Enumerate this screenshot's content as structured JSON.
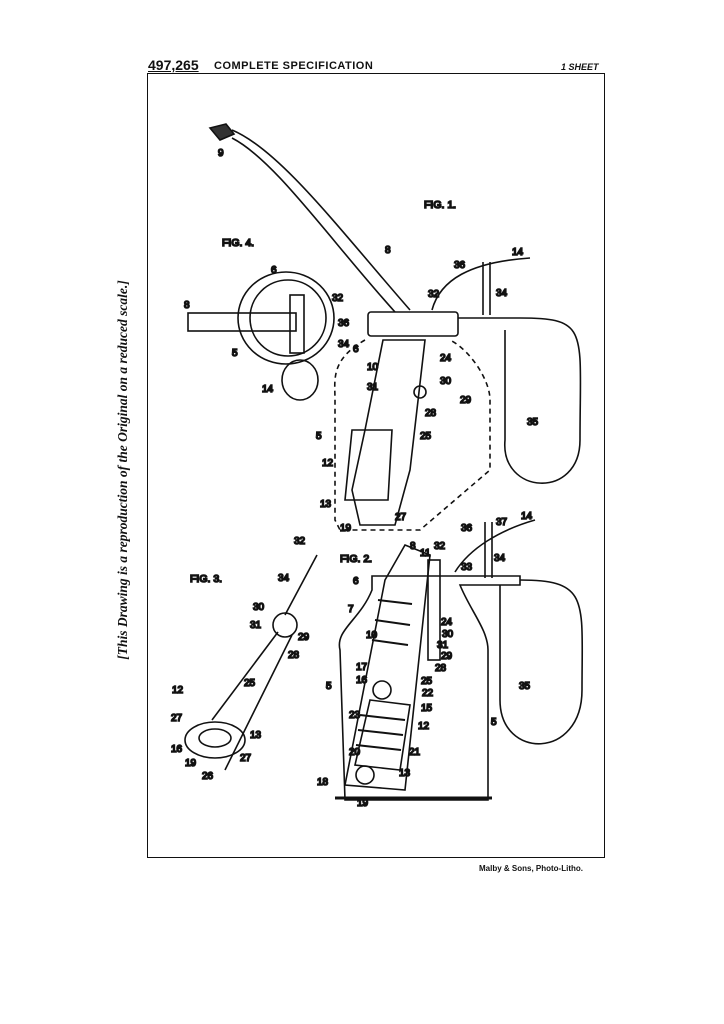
{
  "header": {
    "patent_number": "497,265",
    "title": "COMPLETE SPECIFICATION",
    "sheets": "1 SHEET"
  },
  "side_note": "[This Drawing is a reproduction of the Original on a reduced scale.]",
  "credit": "Malby & Sons, Photo-Litho.",
  "figures": {
    "fig1": "FIG. 1.",
    "fig2": "FIG. 2.",
    "fig3": "FIG. 3.",
    "fig4": "FIG. 4."
  },
  "fig1_refs": [
    "9",
    "8",
    "36",
    "14",
    "32",
    "34",
    "24",
    "30",
    "29",
    "28",
    "35",
    "25",
    "10",
    "31",
    "5",
    "12",
    "13",
    "19",
    "27",
    "6"
  ],
  "fig4_refs": [
    "6",
    "8",
    "32",
    "36",
    "34",
    "5",
    "14"
  ],
  "fig2_refs": [
    "8",
    "11",
    "32",
    "36",
    "37",
    "14",
    "34",
    "33",
    "6",
    "7",
    "10",
    "24",
    "30",
    "31",
    "29",
    "28",
    "17",
    "16",
    "25",
    "22",
    "15",
    "12",
    "23",
    "20",
    "21",
    "13",
    "18",
    "19",
    "5",
    "5",
    "35"
  ],
  "fig3_refs": [
    "32",
    "34",
    "30",
    "31",
    "29",
    "28",
    "25",
    "12",
    "27",
    "13",
    "16",
    "19",
    "26",
    "27"
  ]
}
